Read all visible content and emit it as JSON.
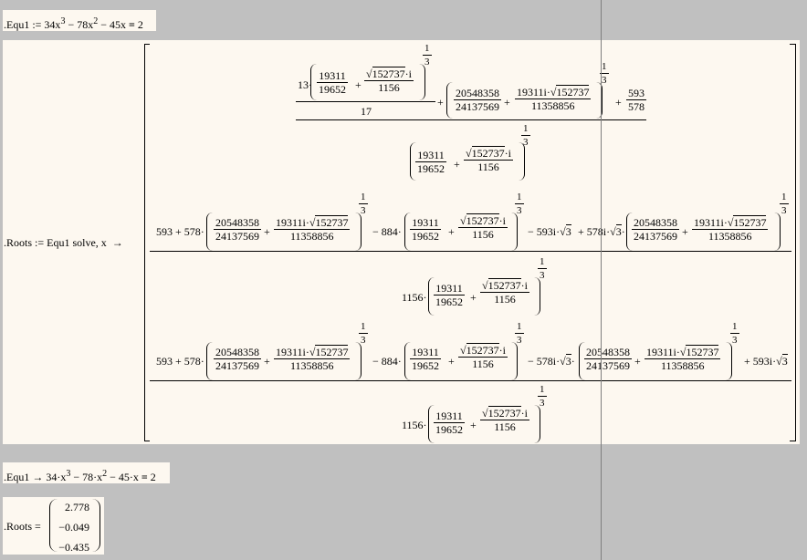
{
  "eq1": {
    "lhs": ".Equ1 := 34x",
    "exp3": "3",
    "mid": " − 78x",
    "exp2": "2",
    "rest": " − 45x",
    "eq": " = ",
    "rhs": "2"
  },
  "roots_def": {
    "label": ".Roots := Equ1  solve, x",
    "arrow": "→"
  },
  "sym": {
    "n13": "13·",
    "n19311": "19311",
    "n19652": "19652",
    "plus": "+",
    "minus": "−",
    "sq152737": "152737",
    "i_dot": "·i",
    "n1156": "1156",
    "n17": "17",
    "n20548358": "20548358",
    "n24137569": "24137569",
    "n19311i": "19311i·",
    "n11358856": "11358856",
    "n593": "593",
    "n578": "578",
    "one": "1",
    "three": "3",
    "t593_578": "593 + 578·",
    "t884": "− 884·",
    "t593i_sqrt3": "− 593i·",
    "t578i_sqrt3_plus": "+ 578i·",
    "sqrt3": "3",
    "dot": "·",
    "n1156dot": "1156·",
    "t578i_minus": "− 578i·",
    "t593i_plus": "+ 593i·"
  },
  "eq1_eval": {
    "text": ".Equ1 → 34·x",
    "exp3": "3",
    "mid": " − 78·x",
    "exp2": "2",
    "rest": " − 45·x",
    "eq": " = ",
    "rhs": "2"
  },
  "roots_eval": {
    "label": ".Roots =",
    "values": [
      "2.778",
      "−0.049",
      "−0.435"
    ]
  }
}
